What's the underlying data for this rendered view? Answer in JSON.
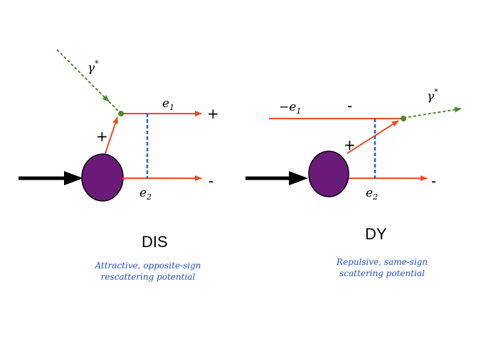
{
  "colors": {
    "fermion": "#ee4b22",
    "photon": "#4b8a2c",
    "exchange": "#2a5bd7",
    "blob": "#6c1a7a",
    "incoming": "#000000",
    "caption": "#1f4fc4"
  },
  "dis": {
    "photon_label_base": "γ",
    "photon_label_sup": "*",
    "e1_base": "e",
    "e1_sub": "1",
    "e2_base": "e",
    "e2_sub": "2",
    "plus_upper": "+",
    "plus_lower": "+",
    "minus_lower": "-",
    "title": "DIS",
    "caption_line1": "Attractive, opposite-sign",
    "caption_line2": "rescattering potential"
  },
  "dy": {
    "photon_label_base": "γ",
    "photon_label_sup": "*",
    "e1_base": "−e",
    "e1_sub": "1",
    "e2_base": "e",
    "e2_sub": "2",
    "minus_upper": "-",
    "plus_mid": "+",
    "minus_lower": "-",
    "title": "DY",
    "caption_line1": "Repulsive, same-sign",
    "caption_line2": "scattering potential"
  }
}
